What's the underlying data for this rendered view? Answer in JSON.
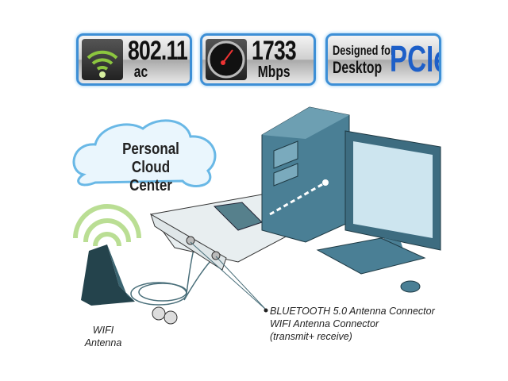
{
  "badges": [
    {
      "icon": "wifi-icon",
      "line1": "802.11",
      "line2": "ac"
    },
    {
      "icon": "speedometer-icon",
      "line1": "1733",
      "line2": "Mbps"
    },
    {
      "line1": "Designed for",
      "line2": "Desktop",
      "accent": "PCIe",
      "accent_color": "#1d5fc8"
    }
  ],
  "cloud": {
    "line1": "Personal",
    "line2": "Cloud Center"
  },
  "antenna_label": {
    "line1": "WIFI",
    "line2": "Antenna"
  },
  "connector_label": {
    "line1": "BLUETOOTH 5.0 Antenna Connector",
    "line2": "WIFI Antenna Connector",
    "line3": "(transmit+ receive)"
  },
  "colors": {
    "badge_border": "#3d8fd6",
    "wifi_green": "#8cc63f",
    "computer": "#4a7f95"
  }
}
